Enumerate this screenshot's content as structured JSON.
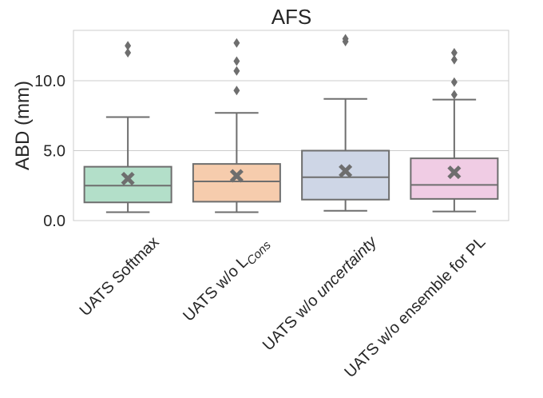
{
  "chart_data": {
    "type": "box",
    "title": "AFS",
    "ylabel": "ABD (mm)",
    "xlabel": "",
    "ylim": [
      0,
      13.6
    ],
    "yticks": [
      {
        "value": 0,
        "label": "0.0"
      },
      {
        "value": 5,
        "label": "5.0"
      },
      {
        "value": 10,
        "label": "10.0"
      }
    ],
    "grid": "horizontal",
    "categories": [
      {
        "prefix": "UATS Softmax",
        "italic": "",
        "sub": ""
      },
      {
        "prefix": "UATS w/o L",
        "italic": "",
        "sub": "Cons"
      },
      {
        "prefix": "UATS w/o ",
        "italic": "uncertainty",
        "sub": ""
      },
      {
        "prefix": "UATS w/o ensemble for PL",
        "italic": "",
        "sub": ""
      }
    ],
    "boxes": [
      {
        "whislo": 0.6,
        "q1": 1.3,
        "med": 2.5,
        "q3": 3.85,
        "whishi": 7.4,
        "mean": 3.0,
        "fliers": [
          12.0,
          12.5
        ],
        "color": "#b3dfc9"
      },
      {
        "whislo": 0.6,
        "q1": 1.35,
        "med": 2.8,
        "q3": 4.05,
        "whishi": 7.7,
        "mean": 3.2,
        "fliers": [
          9.3,
          10.7,
          11.4,
          12.7
        ],
        "color": "#f6ccad"
      },
      {
        "whislo": 0.7,
        "q1": 1.5,
        "med": 3.1,
        "q3": 5.0,
        "whishi": 8.7,
        "mean": 3.55,
        "fliers": [
          12.8,
          13.0
        ],
        "color": "#ced6e6"
      },
      {
        "whislo": 0.65,
        "q1": 1.55,
        "med": 2.55,
        "q3": 4.45,
        "whishi": 8.65,
        "mean": 3.45,
        "fliers": [
          9.0,
          9.9,
          11.5,
          12.0
        ],
        "color": "#f0cce4"
      }
    ]
  }
}
